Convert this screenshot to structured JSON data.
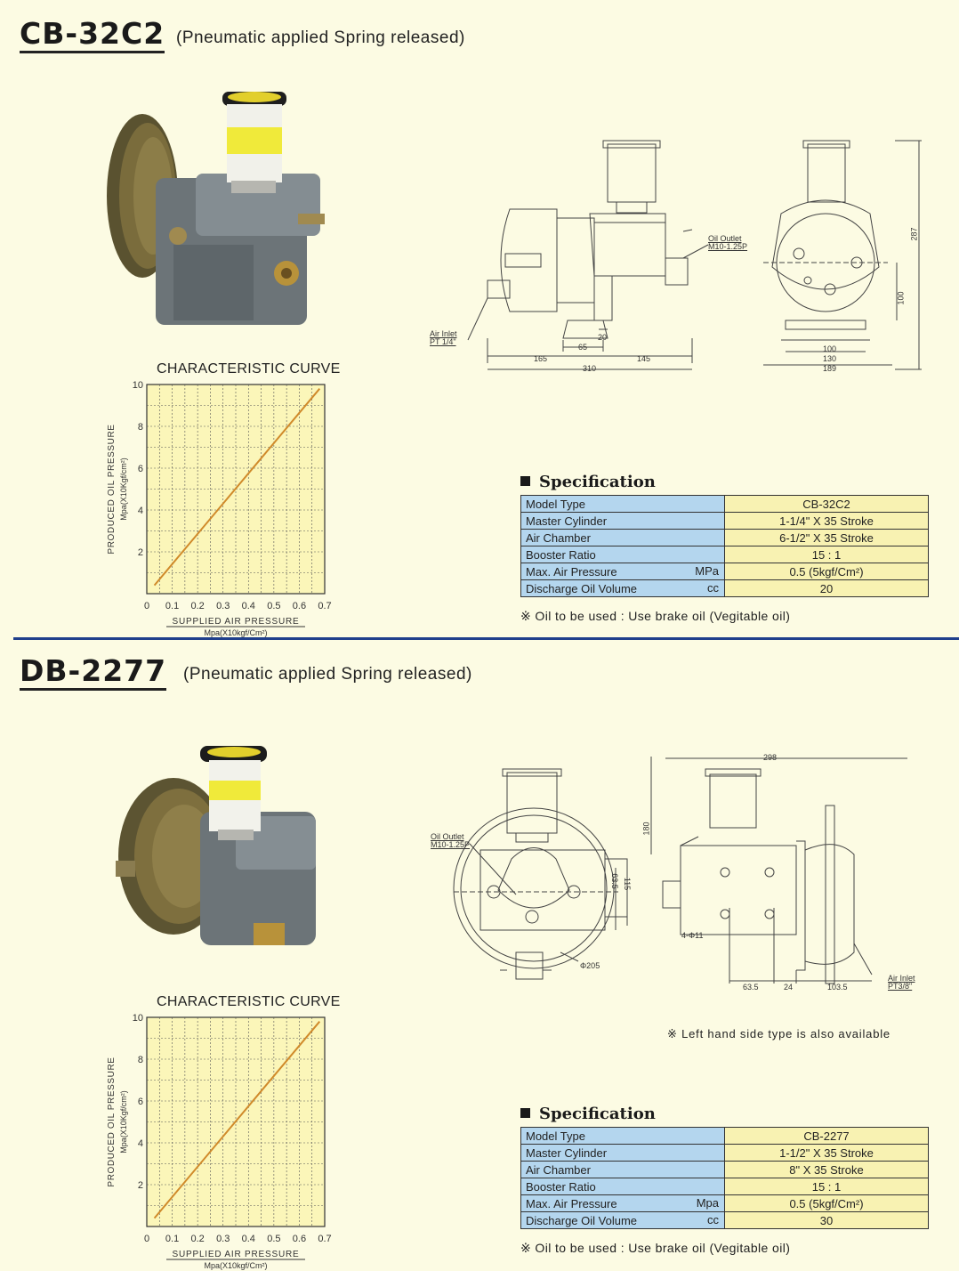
{
  "sections": [
    {
      "model": "CB-32C2",
      "subtitle": "(Pneumatic applied Spring released)",
      "chart_title": "CHARACTERISTIC CURVE",
      "spec_heading": "Specification",
      "spec_rows": [
        {
          "label": "Model Type",
          "unit": "",
          "value": "CB-32C2"
        },
        {
          "label": "Master Cylinder",
          "unit": "",
          "value": "1-1/4\" X 35 Stroke"
        },
        {
          "label": "Air Chamber",
          "unit": "",
          "value": "6-1/2\" X 35 Stroke"
        },
        {
          "label": "Booster Ratio",
          "unit": "",
          "value": "15 : 1"
        },
        {
          "label": "Max. Air Pressure",
          "unit": "MPa",
          "value": "0.5 (5kgf/Cm²)"
        },
        {
          "label": "Discharge Oil Volume",
          "unit": "cc",
          "value": "20"
        }
      ],
      "oil_note": "※ Oil to be used : Use brake oil (Vegitable oil)",
      "drawing_labels": {
        "air_inlet": "Air Inlet",
        "air_inlet_size": "PT 1/4\"",
        "oil_outlet": "Oil Outlet",
        "oil_outlet_size": "M10-1.25P",
        "d_165": "165",
        "d_65": "65",
        "d_20": "20",
        "d_310": "310",
        "d_145": "145",
        "d_100v": "100",
        "d_287": "287",
        "d_100": "100",
        "d_130": "130",
        "d_189": "189"
      }
    },
    {
      "model": "DB-2277",
      "subtitle": "(Pneumatic applied Spring released)",
      "chart_title": "CHARACTERISTIC CURVE",
      "spec_heading": "Specification",
      "spec_rows": [
        {
          "label": "Model Type",
          "unit": "",
          "value": "CB-2277"
        },
        {
          "label": "Master Cylinder",
          "unit": "",
          "value": "1-1/2\" X 35 Stroke"
        },
        {
          "label": "Air Chamber",
          "unit": "",
          "value": "8\" X 35 Stroke"
        },
        {
          "label": "Booster Ratio",
          "unit": "",
          "value": "15 : 1"
        },
        {
          "label": "Max. Air Pressure",
          "unit": "Mpa",
          "value": "0.5 (5kgf/Cm²)"
        },
        {
          "label": "Discharge Oil Volume",
          "unit": "cc",
          "value": "30"
        }
      ],
      "oil_note": "※ Oil to be used : Use brake oil (Vegitable oil)",
      "left_hand_note": "※ Left hand side type is also available",
      "drawing_labels": {
        "oil_outlet": "Oil Outlet",
        "oil_outlet_size": "M10-1.25P",
        "d_63_5v": "63.5",
        "d_115": "115",
        "d_205": "Φ205",
        "d_180": "180",
        "d_298": "298",
        "holes": "4-Φ11",
        "d_63_5": "63.5",
        "d_24": "24",
        "d_103_5": "103.5",
        "air_inlet": "Air Inlet",
        "air_inlet_size": "PT3/8\""
      }
    }
  ],
  "chart_data": [
    {
      "type": "line",
      "title": "CHARACTERISTIC CURVE",
      "xlabel": "SUPPLIED AIR PRESSURE",
      "xlabel_unit": "Mpa(X10kgf/Cm²)",
      "ylabel": "PRODUCED OIL PRESSURE",
      "ylabel_unit": "Mpa(X10Kgf/cm²)",
      "x_ticks": [
        "0",
        "0.1",
        "0.2",
        "0.3",
        "0.4",
        "0.5",
        "0.6",
        "0.7"
      ],
      "y_ticks": [
        "2",
        "4",
        "6",
        "8",
        "10"
      ],
      "xlim": [
        0,
        0.7
      ],
      "ylim": [
        0,
        10
      ],
      "grid": true,
      "series": [
        {
          "x": [
            0.03,
            0.68
          ],
          "y": [
            0.4,
            9.8
          ],
          "color": "#d08a2a"
        }
      ]
    },
    {
      "type": "line",
      "title": "CHARACTERISTIC CURVE",
      "xlabel": "SUPPLIED AIR PRESSURE",
      "xlabel_unit": "Mpa(X10kgf/Cm²)",
      "ylabel": "PRODUCED OIL PRESSURE",
      "ylabel_unit": "Mpa(X10Kgf/cm²)",
      "x_ticks": [
        "0",
        "0.1",
        "0.2",
        "0.3",
        "0.4",
        "0.5",
        "0.6",
        "0.7"
      ],
      "y_ticks": [
        "2",
        "4",
        "6",
        "8",
        "10"
      ],
      "xlim": [
        0,
        0.7
      ],
      "ylim": [
        0,
        10
      ],
      "grid": true,
      "series": [
        {
          "x": [
            0.03,
            0.68
          ],
          "y": [
            0.4,
            9.8
          ],
          "color": "#d08a2a"
        }
      ]
    }
  ]
}
